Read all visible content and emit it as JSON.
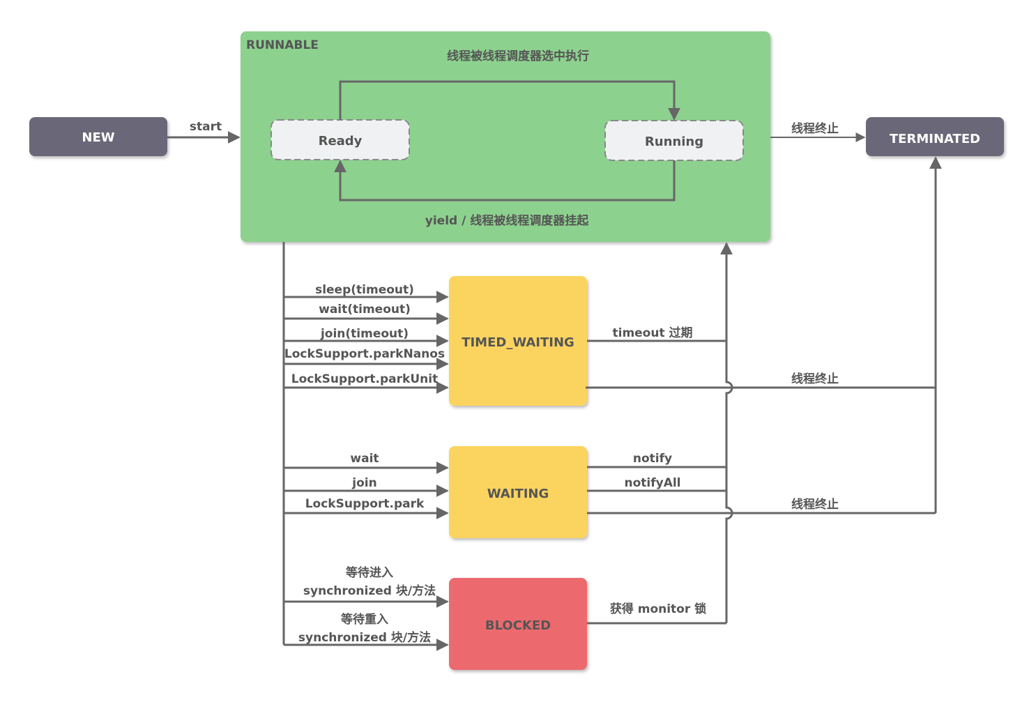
{
  "states": {
    "new": "NEW",
    "runnable": "RUNNABLE",
    "ready": "Ready",
    "running": "Running",
    "terminated": "TERMINATED",
    "timed_waiting": "TIMED_WAITING",
    "waiting": "WAITING",
    "blocked": "BLOCKED"
  },
  "labels": {
    "start": "start",
    "scheduler_select": "线程被线程调度器选中执行",
    "yield": "yield / 线程被线程调度器挂起",
    "terminate_runnable": "线程终止",
    "terminate_timed": "线程终止",
    "terminate_waiting": "线程终止",
    "sleep_timeout": "sleep(timeout)",
    "wait_timeout": "wait(timeout)",
    "join_timeout": "join(timeout)",
    "park_nanos": "LockSupport.parkNanos",
    "park_until": "LockSupport.parkUnit",
    "timeout_expire": "timeout 过期",
    "wait": "wait",
    "join": "join",
    "park": "LockSupport.park",
    "notify": "notify",
    "notify_all": "notifyAll",
    "enter_sync_1": "等待进入",
    "enter_sync_2": "synchronized 块/方法",
    "reenter_sync_1": "等待重入",
    "reenter_sync_2": "synchronized 块/方法",
    "acquire_monitor": "获得 monitor 锁"
  },
  "colors": {
    "dark_state": "#6b6878",
    "runnable": "#8dd18f",
    "inner_state": "#f0f1f3",
    "waiting": "#fbd45f",
    "blocked": "#ec6b6e",
    "edge": "#666666",
    "text": "#555555"
  }
}
